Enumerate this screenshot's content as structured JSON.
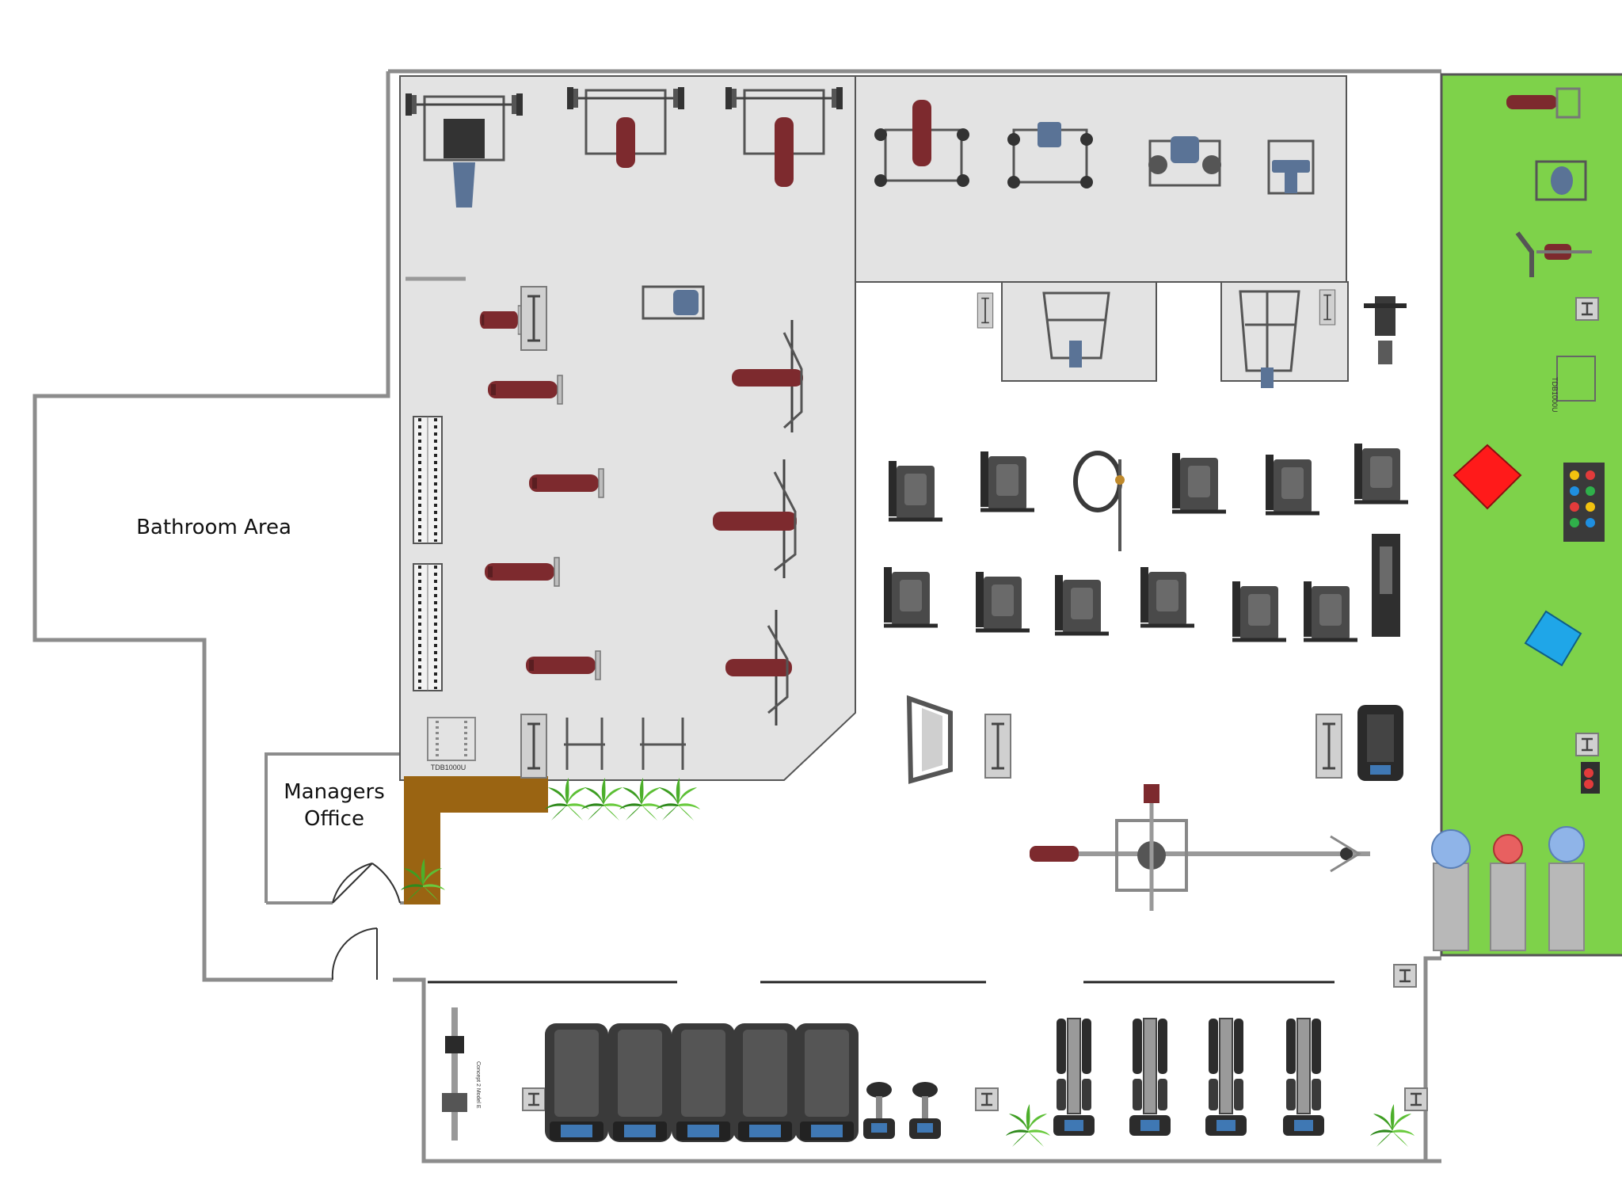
{
  "labels": {
    "bathroom": "Bathroom Area",
    "managers_office": "Managers\nOffice",
    "rack_code_main": "TDB1000U",
    "rack_code_turf": "TDB1000U",
    "rower_tag": "Concept 2 Model E"
  },
  "colors": {
    "floor_gray": "#e3e3e3",
    "wall": "#8c8c8c",
    "turf": "#7ed24a",
    "bench_pad": "#7d2a2e",
    "seat_blue": "#5a7396",
    "counter": "#9a6412",
    "machine_dark": "#3c3c3c",
    "mat_red": "#ff1a1a",
    "mat_blue": "#1fa6e8",
    "plant": "#4caf2a"
  },
  "icons": {
    "plant": "plant-icon",
    "dumbbell_rack": "dumbbell-rack-icon",
    "weight_tree": "weight-plate-tree-icon",
    "stability_ball": "stability-ball-icon"
  }
}
